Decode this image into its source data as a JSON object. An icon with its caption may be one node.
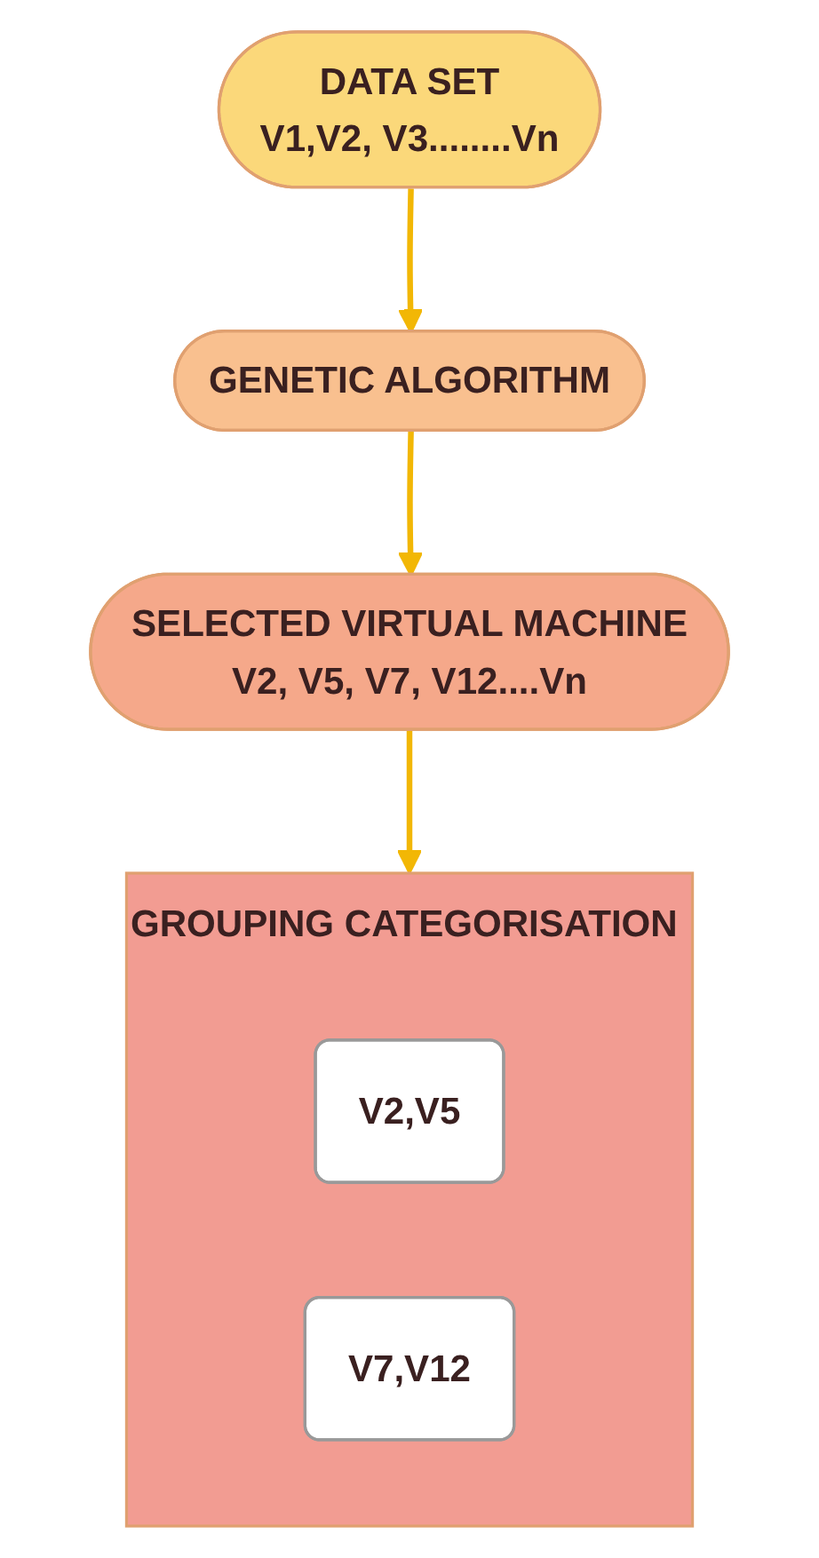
{
  "diagram": {
    "nodes": [
      {
        "text": [
          "DATA SET",
          "V1,V2, V3........Vn"
        ]
      },
      {
        "text": [
          "GENETIC ALGORITHM"
        ]
      },
      {
        "text": [
          "SELECTED VIRTUAL MACHINE",
          "V2, V5, V7, V12....Vn"
        ]
      },
      {
        "text": [
          "GROUPING CATEGORISATION"
        ]
      },
      {
        "text": [
          "V2,V5"
        ],
        "in": 3
      },
      {
        "text": [
          "V7,V12"
        ],
        "in": 3
      }
    ],
    "edges": [
      {
        "from": 0,
        "to": 1,
        "arrow": "to"
      },
      {
        "from": 1,
        "to": 2,
        "arrow": "to"
      },
      {
        "from": 2,
        "to": 3,
        "arrow": "to"
      }
    ]
  }
}
